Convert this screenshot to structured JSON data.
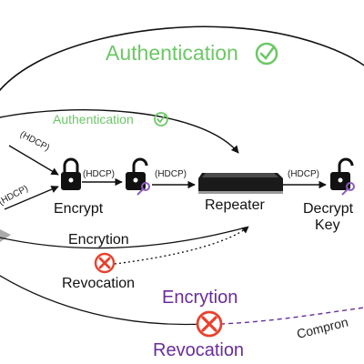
{
  "title": "Authentication",
  "inner_label": "Authentication",
  "hdcp_tag": "(HDCP)",
  "nodes": {
    "encrypt": "Encrypt",
    "repeater": "Repeater",
    "decrypt_line1": "Decrypt",
    "decrypt_line2": "Key"
  },
  "lower": {
    "encryption_small": "Encrytion",
    "revocation_small": "Revocation",
    "encryption_large": "Encrytion",
    "revocation_large": "Revocation",
    "compromise_partial": "Compron"
  },
  "colors": {
    "green": "#6cc765",
    "purple": "#6a2c9a",
    "red": "#e8412c",
    "lock_purple": "#8e5bc0"
  },
  "icons": [
    "check-circle-icon",
    "lock-icon",
    "unlocked-key-icon",
    "repeater-box-icon",
    "x-circle-icon"
  ]
}
